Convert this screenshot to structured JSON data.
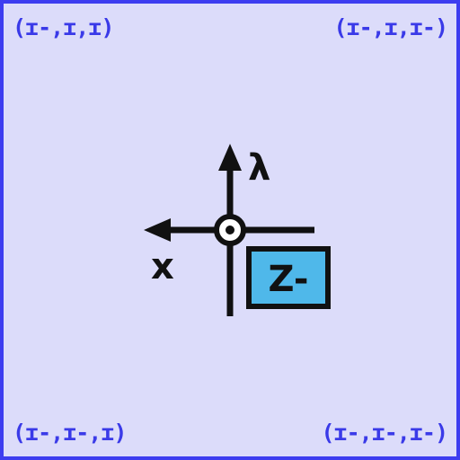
{
  "corners": {
    "top_left": "(ɪ-,ɪ,ɪ)",
    "top_right": "(ɪ-,ɪ,ɪ-)",
    "bottom_left": "(ɪ-,ɪ-,ɪ)",
    "bottom_right": "(ɪ-,ɪ-,ɪ-)"
  },
  "axes": {
    "y_label": "λ",
    "x_label": "x"
  },
  "z_box": {
    "label": "Z-",
    "fill_color": "#4fb8ea"
  },
  "colors": {
    "background": "#dcdcfa",
    "border": "#3d3df0",
    "corner_text": "#3a3ae8",
    "axis": "#111111"
  }
}
